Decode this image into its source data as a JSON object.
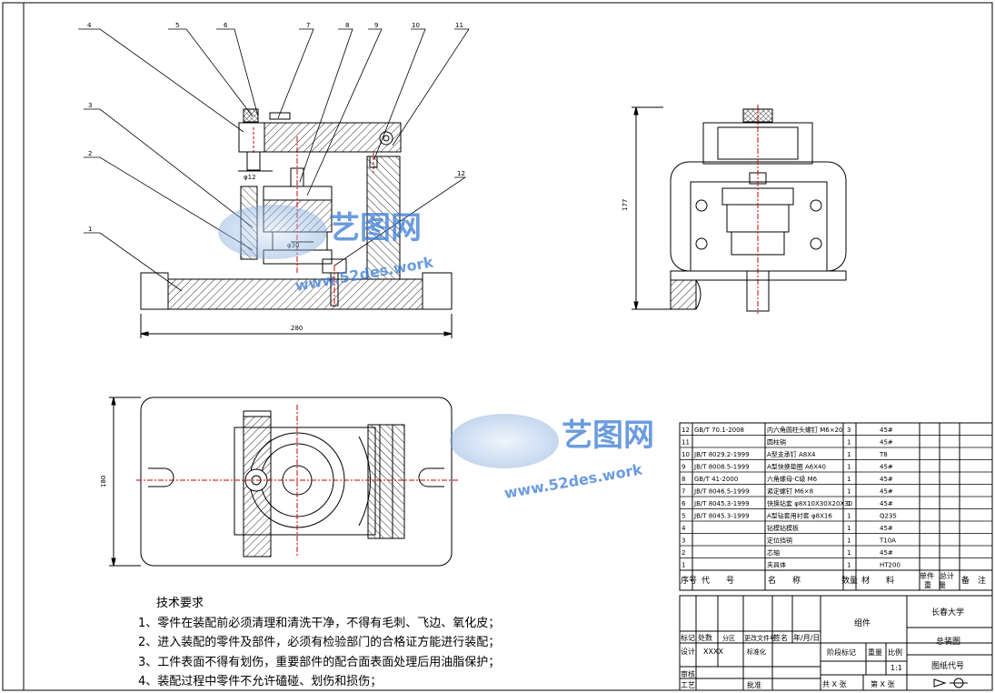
{
  "balloons": [
    "1",
    "2",
    "3",
    "4",
    "5",
    "6",
    "7",
    "8",
    "9",
    "10",
    "11",
    "12"
  ],
  "dims": {
    "front_width": "280",
    "side_height": "177",
    "top_height": "180",
    "d12": "φ12",
    "d30": "φ30"
  },
  "watermark": {
    "text": "艺图网",
    "url": "www.52des.work"
  },
  "bom": {
    "rows": [
      {
        "no": "12",
        "code": "GB/T 70.1-2008",
        "name": "内六角圆柱头螺钉 M6×20",
        "qty": "3",
        "material": "45#",
        "note": ""
      },
      {
        "no": "11",
        "code": "",
        "name": "圆柱销",
        "qty": "1",
        "material": "45#",
        "note": ""
      },
      {
        "no": "10",
        "code": "JB/T 8029.2-1999",
        "name": "A型支承钉 A8X4",
        "qty": "1",
        "material": "T8",
        "note": ""
      },
      {
        "no": "9",
        "code": "JB/T 8008.5-1999",
        "name": "A型快换垫圈 A6X40",
        "qty": "1",
        "material": "45#",
        "note": ""
      },
      {
        "no": "8",
        "code": "GB/T 41-2000",
        "name": "六角螺母-C级 M6",
        "qty": "1",
        "material": "45#",
        "note": ""
      },
      {
        "no": "7",
        "code": "JB/T 8046.5-1999",
        "name": "紧定螺钉 M6×8",
        "qty": "1",
        "material": "45#",
        "note": ""
      },
      {
        "no": "6",
        "code": "JB/T 8045.3-1999",
        "name": "快换钻套 φ8X10X30X20X30",
        "qty": "1",
        "material": "45#",
        "note": ""
      },
      {
        "no": "5",
        "code": "JB/T 8045.3-1999",
        "name": "A型钻套用衬套 φ8X16",
        "qty": "1",
        "material": "Q235",
        "note": ""
      },
      {
        "no": "4",
        "code": "",
        "name": "钻模钻模板",
        "qty": "1",
        "material": "45#",
        "note": ""
      },
      {
        "no": "3",
        "code": "",
        "name": "定位挡销",
        "qty": "1",
        "material": "T10A",
        "note": ""
      },
      {
        "no": "2",
        "code": "",
        "name": "芯轴",
        "qty": "1",
        "material": "45#",
        "note": ""
      },
      {
        "no": "1",
        "code": "",
        "name": "夹具体",
        "qty": "1",
        "material": "HT200",
        "note": ""
      }
    ],
    "header": {
      "no": "序号",
      "code": "代　　号",
      "name": "名　　称",
      "qty": "数量",
      "material": "材　　料",
      "unit_weight": "单件",
      "total_weight": "总计",
      "weight": "重　量",
      "note": "备　注"
    }
  },
  "title_block": {
    "group": "组件",
    "school": "长春大学",
    "drawing_name": "总装图",
    "drawing_code": "图纸代号",
    "mark": "标记",
    "count": "处数",
    "zone": "分区",
    "change_doc": "更改文件号",
    "sign": "签名",
    "date": "年/月/日",
    "design": "设计",
    "designer": "XXXX",
    "standardize": "标准化",
    "stage_mark": "阶段标记",
    "weight": "重量",
    "scale": "比例",
    "scale_value": "1:1",
    "review": "审核",
    "process": "工艺",
    "approve": "批准",
    "sheets_total": "共 X 张",
    "sheet_no": "第 X 张"
  },
  "tech_requirements": {
    "title": "技术要求",
    "items": [
      "1、零件在装配前必须清理和清洗干净，不得有毛刺、飞边、氧化皮；",
      "2、进入装配的零件及部件，必须有检验部门的合格证方能进行装配；",
      "3、工件表面不得有划伤，重要部件的配合面表面处理后用油脂保护；",
      "4、装配过程中零件不允许磕碰、划伤和损伤；"
    ]
  },
  "colors": {
    "line": "#000000",
    "watermark": "#3a7bd5",
    "hatch": "#000000"
  }
}
